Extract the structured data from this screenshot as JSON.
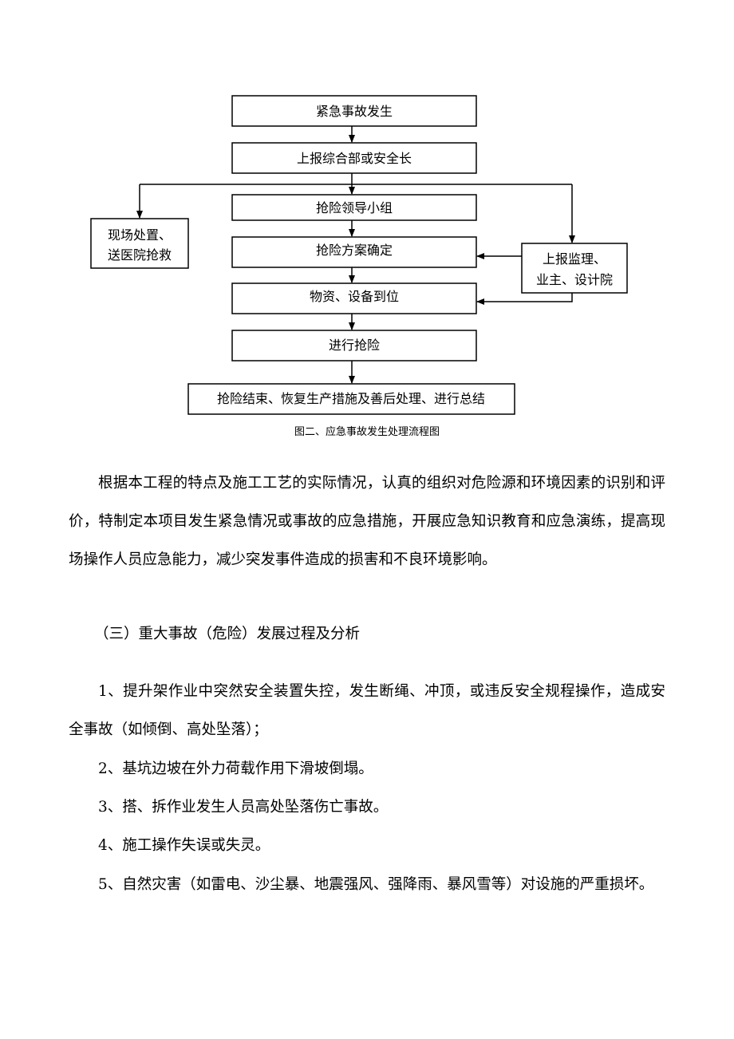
{
  "flowchart": {
    "nodes": {
      "emergency": "紧急事故发生",
      "report_dept": "上报综合部或安全长",
      "leader_group": "抢险领导小组",
      "plan": "抢险方案确定",
      "materials": "物资、设备到位",
      "execute": "进行抢险",
      "finish": "抢险结束、恢复生产措施及善后处理、进行总结",
      "onsite_l1": "现场处置、",
      "onsite_l2": "送医院抢救",
      "supervise_l1": "上报监理、",
      "supervise_l2": "业主、设计院"
    },
    "caption": "图二、应急事故发生处理流程图"
  },
  "body": {
    "intro": "根据本工程的特点及施工工艺的实际情况，认真的组织对危险源和环境因素的识别和评价，特制定本项目发生紧急情况或事故的应急措施，开展应急知识教育和应急演练，提高现场操作人员应急能力，减少突发事件造成的损害和不良环境影响。",
    "section_heading": "（三）重大事故（危险）发展过程及分析",
    "items": [
      "1、提升架作业中突然安全装置失控，发生断绳、冲顶，或违反安全规程操作，造成安全事故（如倾倒、高处坠落）；",
      "2、基坑边坡在外力荷载作用下滑坡倒塌。",
      "3、搭、拆作业发生人员高处坠落伤亡事故。",
      "4、施工操作失误或失灵。",
      "5、自然灾害（如雷电、沙尘暴、地震强风、强降雨、暴风雪等）对设施的严重损坏。"
    ]
  }
}
